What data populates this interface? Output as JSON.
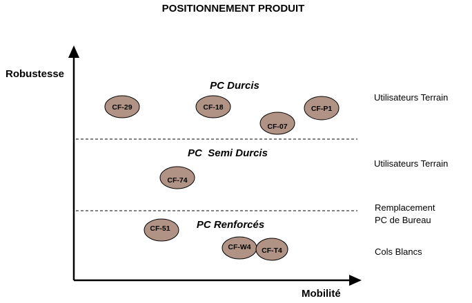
{
  "title": "POSITIONNEMENT PRODUIT",
  "axes": {
    "y_label": "Robustesse",
    "x_label": "Mobilité"
  },
  "zones": [
    {
      "name": "PC Durcis",
      "side_label": [
        "Utilisateurs Terrain"
      ]
    },
    {
      "name": "PC  Semi Durcis",
      "side_label": [
        "Utilisateurs Terrain"
      ]
    },
    {
      "name": "PC Renforcés",
      "side_label": [
        "Remplacement",
        "PC de Bureau"
      ]
    }
  ],
  "bottom_side_label": "Cols Blancs",
  "products": [
    "CF-29",
    "CF-18",
    "CF-P1",
    "CF-07",
    "CF-74",
    "CF-51",
    "CF-W4",
    "CF-T4"
  ],
  "colors": {
    "bubble": "#b09384",
    "line": "#000000"
  }
}
